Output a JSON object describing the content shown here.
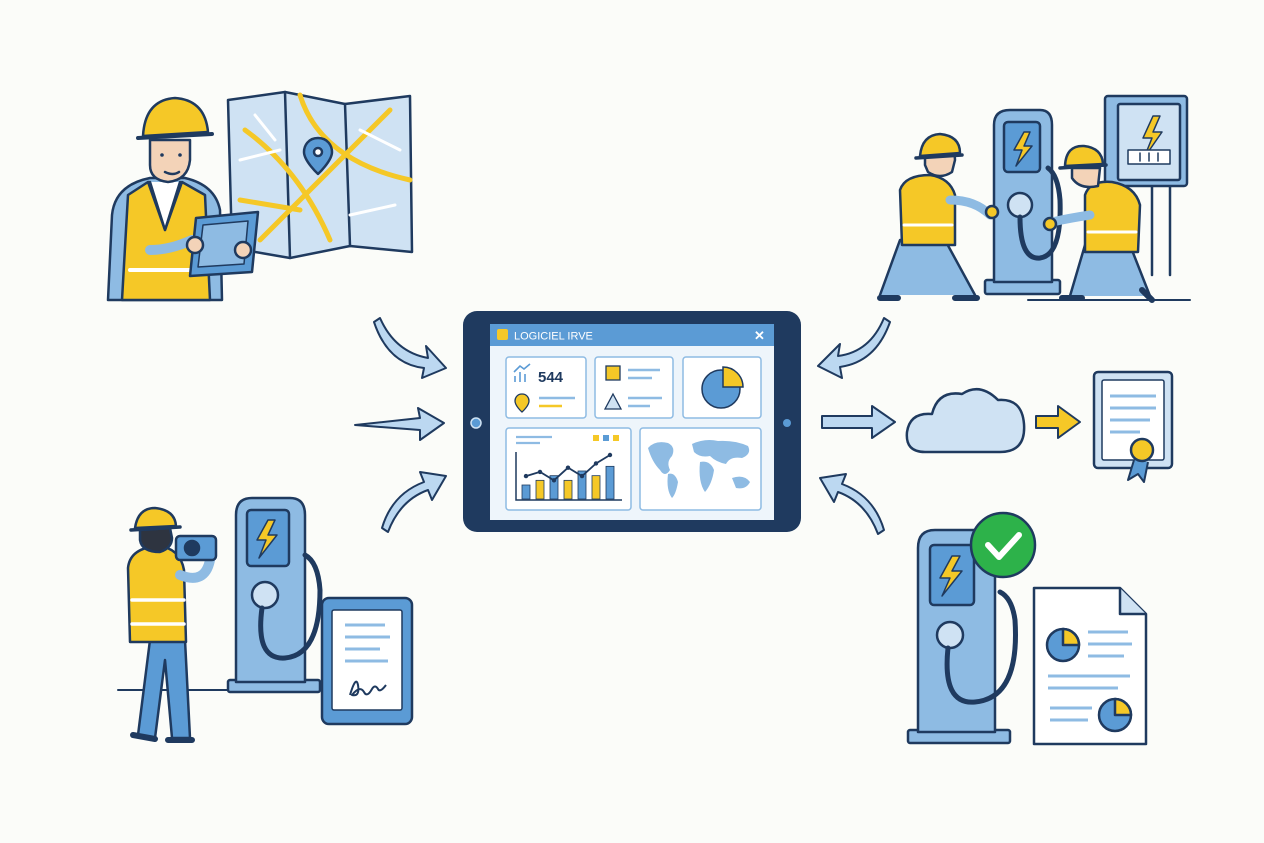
{
  "app": {
    "window_title": "LOGICIEL IRVE",
    "close_glyph": "✕",
    "kpi_value": "544",
    "logo_icon": "ev-plug-logo-icon"
  },
  "colors": {
    "navy": "#1f3a5f",
    "blue": "#5b9bd5",
    "light_blue": "#cfe2f3",
    "mid_blue": "#8ebbe3",
    "yellow": "#f5c827",
    "green": "#2db24a",
    "paper": "#ffffff",
    "skin": "#f3d3b8",
    "hair": "#2e3440"
  },
  "dashboard_chart": {
    "type": "bar",
    "values": [
      3,
      4,
      5,
      4,
      6,
      5,
      7
    ],
    "line": [
      4,
      5,
      3,
      6,
      4,
      7,
      9
    ]
  },
  "icons": [
    "surveyor-with-tablet-icon",
    "city-map-icon",
    "technicians-installing-charger-icon",
    "electrical-panel-icon",
    "inspector-photographing-charger-icon",
    "signed-tablet-icon",
    "validated-charger-icon",
    "report-document-icon",
    "cloud-icon",
    "certificate-icon"
  ]
}
